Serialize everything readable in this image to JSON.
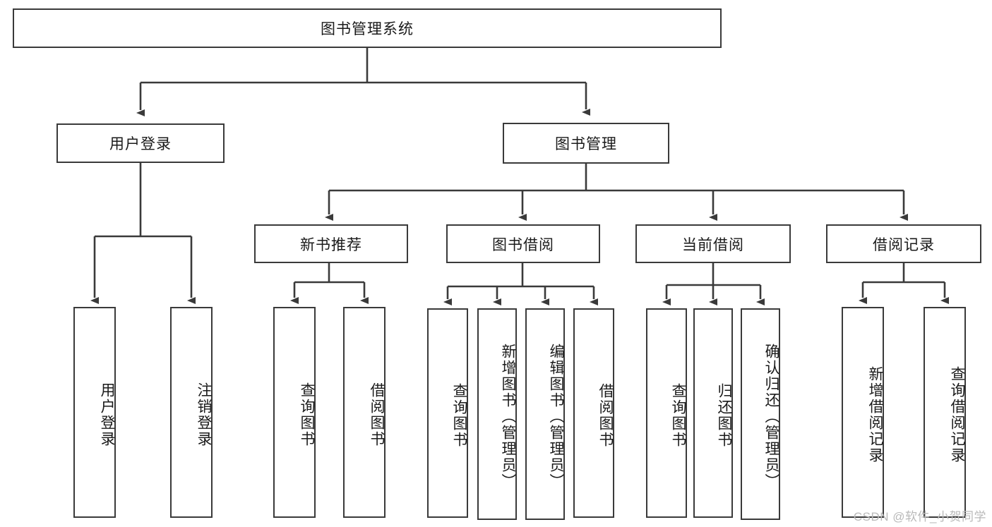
{
  "diagram": {
    "title": "图书管理系统",
    "type": "hierarchy-tree",
    "root": {
      "id": "root",
      "label": "图书管理系统"
    },
    "level2": [
      {
        "id": "user-login",
        "label": "用户登录"
      },
      {
        "id": "book-manage",
        "label": "图书管理"
      }
    ],
    "level3": [
      {
        "id": "new-book-recommend",
        "label": "新书推荐"
      },
      {
        "id": "book-borrow",
        "label": "图书借阅"
      },
      {
        "id": "current-borrow",
        "label": "当前借阅"
      },
      {
        "id": "borrow-record",
        "label": "借阅记录"
      }
    ],
    "leaves": {
      "user_login": [
        {
          "id": "leaf-user-login",
          "label": "用户登录"
        },
        {
          "id": "leaf-logout-login",
          "label": "注销登录"
        }
      ],
      "new_book_recommend": [
        {
          "id": "leaf-query-book-1",
          "label": "查询图书"
        },
        {
          "id": "leaf-borrow-book-1",
          "label": "借阅图书"
        }
      ],
      "book_borrow": [
        {
          "id": "leaf-query-book-2",
          "label": "查询图书"
        },
        {
          "id": "leaf-add-book",
          "label": "新增图书（管理员）"
        },
        {
          "id": "leaf-edit-book",
          "label": "编辑图书（管理员）"
        },
        {
          "id": "leaf-borrow-book-2",
          "label": "借阅图书"
        }
      ],
      "current_borrow": [
        {
          "id": "leaf-query-book-3",
          "label": "查询图书"
        },
        {
          "id": "leaf-return-book",
          "label": "归还图书"
        },
        {
          "id": "leaf-confirm-return",
          "label": "确认归还（管理员）"
        }
      ],
      "borrow_record": [
        {
          "id": "leaf-add-record",
          "label": "新增借阅记录"
        },
        {
          "id": "leaf-query-record",
          "label": "查询借阅记录"
        }
      ]
    }
  },
  "watermark": {
    "text": "CSDN @软件_小贺同学"
  },
  "colors": {
    "stroke": "#3a3a3a",
    "background": "#ffffff",
    "text": "#1a1a1a",
    "watermark": "#b9b9b9"
  }
}
